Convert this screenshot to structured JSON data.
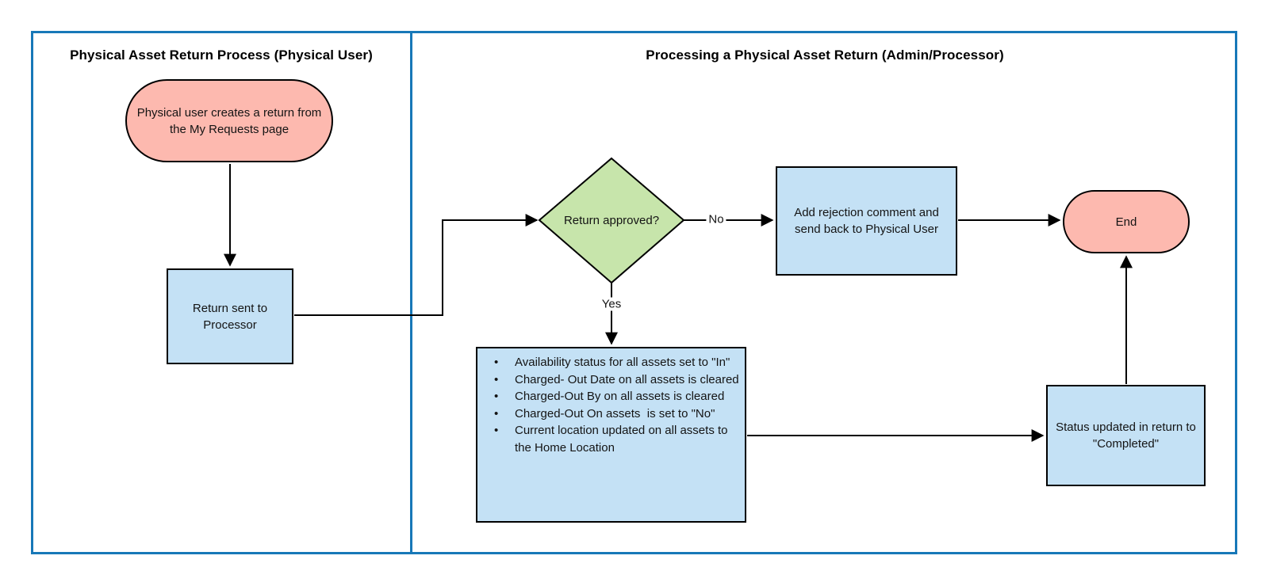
{
  "diagram": {
    "type": "flowchart-swimlane",
    "lanes": [
      {
        "title": "Physical Asset Return Process (Physical User)"
      },
      {
        "title": "Processing a Physical Asset Return (Admin/Processor)"
      }
    ],
    "nodes": [
      {
        "id": "start",
        "type": "terminator",
        "lane": 0,
        "label": "Physical user creates a return from the My Requests page"
      },
      {
        "id": "return-sent",
        "type": "process",
        "lane": 0,
        "label": "Return sent to Processor"
      },
      {
        "id": "decision",
        "type": "decision",
        "lane": 1,
        "label": "Return approved?"
      },
      {
        "id": "rejection",
        "type": "process",
        "lane": 1,
        "label": "Add rejection comment and send back to Physical User"
      },
      {
        "id": "end",
        "type": "terminator",
        "lane": 1,
        "label": "End"
      },
      {
        "id": "updates",
        "type": "process-list",
        "lane": 1,
        "items": [
          "Availability status for all assets set to \"In\"",
          "Charged- Out Date on all assets is cleared",
          "Charged-Out By on all assets is cleared",
          "Charged-Out On assets  is set to \"No\"",
          "Current location updated on all assets to the Home Location"
        ]
      },
      {
        "id": "status",
        "type": "process",
        "lane": 1,
        "label": "Status updated in return to \"Completed\""
      }
    ],
    "edges": [
      {
        "from": "start",
        "to": "return-sent",
        "label": ""
      },
      {
        "from": "return-sent",
        "to": "decision",
        "label": ""
      },
      {
        "from": "decision",
        "to": "rejection",
        "label": "No"
      },
      {
        "from": "rejection",
        "to": "end",
        "label": ""
      },
      {
        "from": "decision",
        "to": "updates",
        "label": "Yes"
      },
      {
        "from": "updates",
        "to": "status",
        "label": ""
      },
      {
        "from": "status",
        "to": "end",
        "label": ""
      }
    ],
    "colors": {
      "lane_border": "#1778b8",
      "terminator_fill": "#fdb9af",
      "process_fill": "#c4e1f5",
      "decision_fill": "#c7e5ab",
      "connector_stroke": "#000000"
    }
  }
}
